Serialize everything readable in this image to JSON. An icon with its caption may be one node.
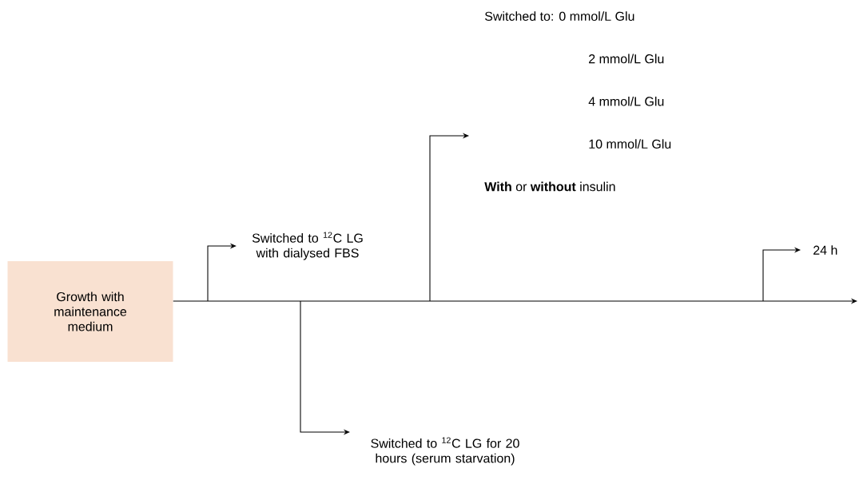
{
  "diagram": {
    "nodes": [
      {
        "text": [
          "Growth with maintenance medium"
        ]
      },
      {
        "text": [
          "Switched to $^{12}$C LG with dialysed FBS"
        ]
      },
      {
        "text": [
          "Switched to $^{12}$C LG for 20 hours (serum starvation)"
        ]
      },
      {
        "text": [
          "Switched to: 0 mmol/L Glu",
          "2 mmol/L Glu",
          "4 mmol/L Glu",
          "10 mmol/L Glu",
          "**With** or **without** insulin"
        ]
      },
      {
        "text": [
          "24 h"
        ]
      }
    ],
    "edges": [
      {
        "from": 0,
        "to": null,
        "arrow": "to"
      },
      {
        "from": null,
        "to": 1,
        "arrow": "to"
      },
      {
        "from": null,
        "to": 2,
        "arrow": "to"
      },
      {
        "from": null,
        "to": 3,
        "arrow": "to"
      },
      {
        "from": null,
        "to": 4,
        "arrow": "to"
      }
    ]
  }
}
